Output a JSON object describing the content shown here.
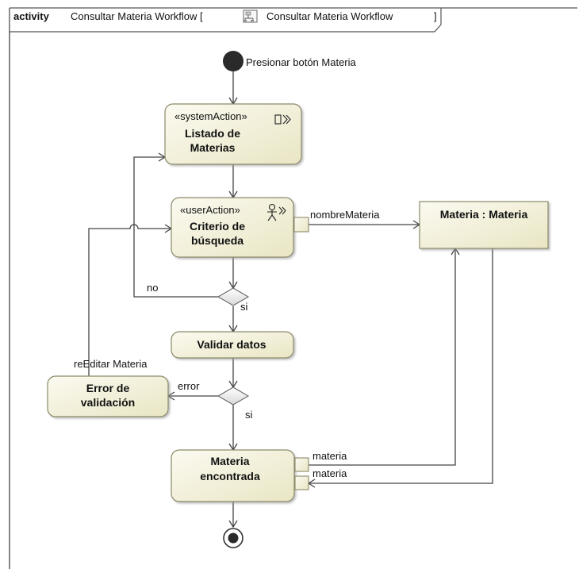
{
  "frame": {
    "keyword": "activity",
    "title": "Consultar Materia Workflow [",
    "diagram_name": "Consultar Materia Workflow",
    "close_bracket": "]",
    "diagram_icon": "activity-diagram-icon"
  },
  "initial_node": {
    "label": "Presionar botón Materia"
  },
  "actions": {
    "listado": {
      "stereotype": "«systemAction»",
      "line1": "Listado de",
      "line2": "Materias",
      "icon": "system-action-icon"
    },
    "criterio": {
      "stereotype": "«userAction»",
      "line1": "Criterio de",
      "line2": "búsqueda",
      "icon": "user-action-icon"
    },
    "validar": {
      "label": "Validar datos"
    },
    "error": {
      "line1": "Error de",
      "line2": "validación"
    },
    "encontrada": {
      "line1": "Materia",
      "line2": "encontrada"
    }
  },
  "object_node": {
    "label": "Materia : Materia"
  },
  "edge_labels": {
    "nombre_materia": "nombreMateria",
    "no": "no",
    "si_1": "si",
    "si_2": "si",
    "error": "error",
    "reeditar": "reEditar Materia",
    "materia_out": "materia",
    "materia_in": "materia"
  },
  "colors": {
    "action_fill": "#f3f1da",
    "action_stroke": "#8c8a6a",
    "decision_fill": "#eeeeee",
    "initial_fill": "#2a2a2a"
  }
}
